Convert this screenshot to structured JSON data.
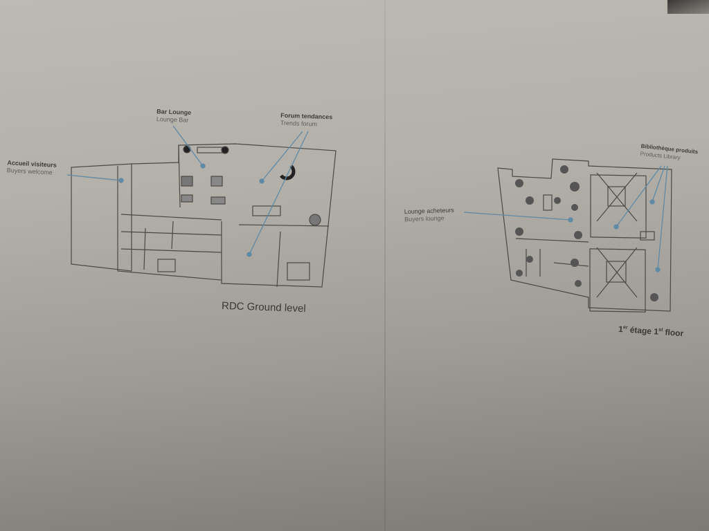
{
  "ground_floor": {
    "caption": "RDC Ground level",
    "labels": [
      {
        "fr": "Accueil visiteurs",
        "en": "Buyers welcome"
      },
      {
        "fr": "Bar Lounge",
        "en": "Lounge Bar"
      },
      {
        "fr": "Forum tendances",
        "en": "Trends forum"
      }
    ]
  },
  "first_floor": {
    "caption_sup1": "er",
    "caption_mid": " étage 1",
    "caption_sup2": "st",
    "caption_pre": "1",
    "caption_end": " floor",
    "labels": [
      {
        "fr": "Bibliothèque produits",
        "en": "Products Library"
      },
      {
        "fr": "Lounge acheteurs",
        "en": "Buyers lounge"
      }
    ]
  },
  "colors": {
    "leader": "#5f8aa6",
    "wall": "#4a4845"
  }
}
